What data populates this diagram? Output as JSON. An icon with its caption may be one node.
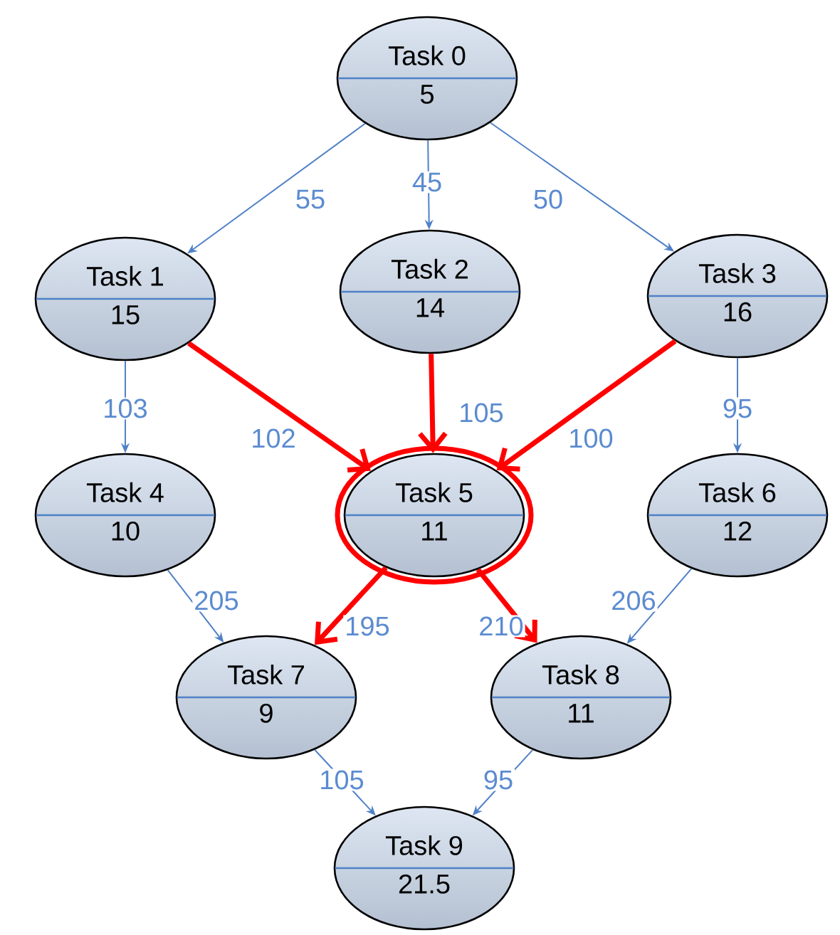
{
  "diagram": {
    "nodes": [
      {
        "text": [
          "Task 0",
          "5"
        ]
      },
      {
        "text": [
          "Task 1",
          "15"
        ]
      },
      {
        "text": [
          "Task 2",
          "14"
        ]
      },
      {
        "text": [
          "Task 3",
          "16"
        ]
      },
      {
        "text": [
          "Task 4",
          "10"
        ]
      },
      {
        "text": [
          "Task 5",
          "11"
        ]
      },
      {
        "text": [
          "Task 6",
          "12"
        ]
      },
      {
        "text": [
          "Task 7",
          "9"
        ]
      },
      {
        "text": [
          "Task 8",
          "11"
        ]
      },
      {
        "text": [
          "Task 9",
          "21.5"
        ]
      }
    ],
    "edges": [
      {
        "from": 0,
        "to": 1,
        "arrow": "to",
        "label": "55"
      },
      {
        "from": 0,
        "to": 2,
        "arrow": "to",
        "label": "45"
      },
      {
        "from": 0,
        "to": 3,
        "arrow": "to",
        "label": "50"
      },
      {
        "from": 1,
        "to": 4,
        "arrow": "to",
        "label": "103"
      },
      {
        "from": 1,
        "to": 5,
        "arrow": "to",
        "label": "102",
        "style": "thick",
        "color": "#ff0000"
      },
      {
        "from": 2,
        "to": 5,
        "arrow": "to",
        "label": "105",
        "style": "thick",
        "color": "#ff0000"
      },
      {
        "from": 3,
        "to": 5,
        "arrow": "to",
        "label": "100",
        "style": "thick",
        "color": "#ff0000"
      },
      {
        "from": 3,
        "to": 6,
        "arrow": "to",
        "label": "95"
      },
      {
        "from": 4,
        "to": 7,
        "arrow": "to",
        "label": "205"
      },
      {
        "from": 5,
        "to": 7,
        "arrow": "to",
        "label": "195",
        "style": "thick",
        "color": "#ff0000"
      },
      {
        "from": 5,
        "to": 8,
        "arrow": "to",
        "label": "210",
        "style": "thick",
        "color": "#ff0000"
      },
      {
        "from": 6,
        "to": 8,
        "arrow": "to",
        "label": "206"
      },
      {
        "from": 7,
        "to": 9,
        "arrow": "to",
        "label": "105"
      },
      {
        "from": 8,
        "to": 9,
        "arrow": "to",
        "label": "95"
      }
    ]
  }
}
